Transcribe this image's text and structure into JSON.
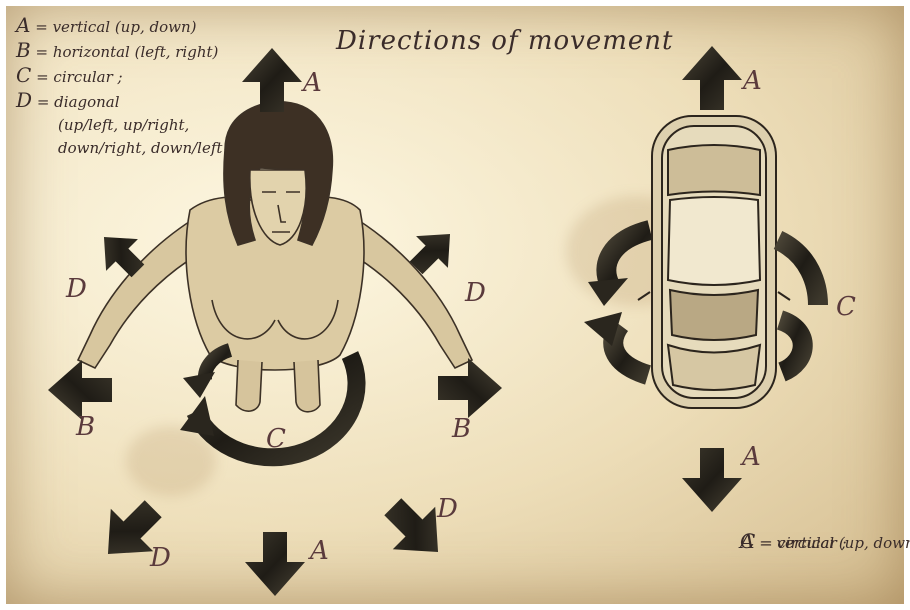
{
  "title": "Directions of movement",
  "legend_left": [
    {
      "key": "A",
      "text": "= vertical (up, down)"
    },
    {
      "key": "B",
      "text": "= horizontal (left, right)"
    },
    {
      "key": "C",
      "text": "= circular ;"
    },
    {
      "key": "D",
      "text": "= diagonal"
    },
    {
      "key": "",
      "text": "(up/left, up/right,"
    },
    {
      "key": "",
      "text": "down/right, down/left )"
    }
  ],
  "legend_right": [
    {
      "key": "A",
      "text": "= vertical (up, down)"
    },
    {
      "key": "C",
      "text": "= circular ;"
    }
  ],
  "labels": {
    "a": "A",
    "b": "B",
    "c": "C",
    "d": "D"
  },
  "icons": [
    "arrow-up-icon",
    "arrow-down-icon",
    "arrow-left-icon",
    "arrow-right-icon",
    "diagonal-arrow-icon",
    "circular-arrow-icon",
    "person-figure",
    "car-figure"
  ]
}
